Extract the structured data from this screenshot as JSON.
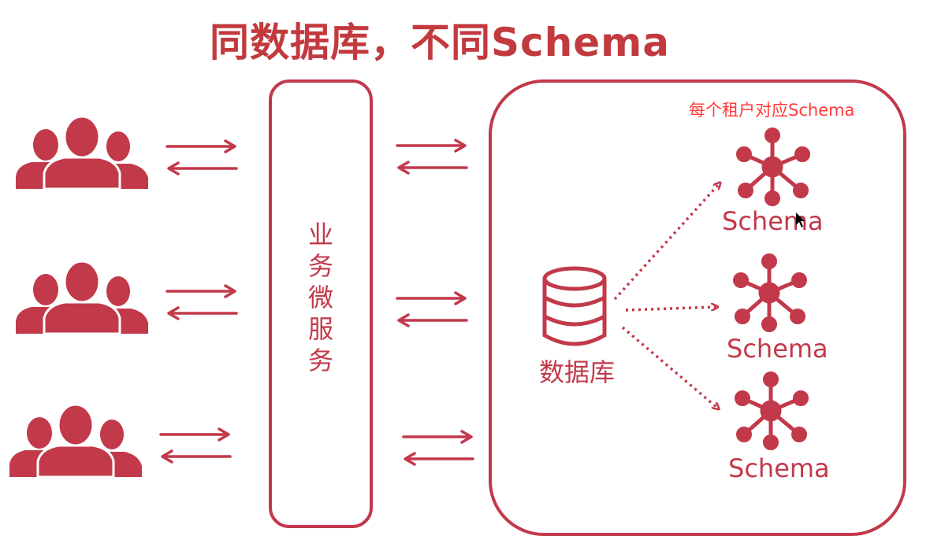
{
  "title": "同数据库，不同Schema",
  "microservice_label": "业务微服务",
  "tenant_note": "每个租户对应Schema",
  "database_label": "数据库",
  "schemas": [
    "Schema",
    "Schema",
    "Schema"
  ],
  "colors": {
    "accent": "#c2394a",
    "note": "#ff3b3b"
  },
  "icons": [
    "users-group-icon",
    "bidirectional-arrow-icon",
    "database-icon",
    "schema-node-icon",
    "dotted-arrow-icon"
  ]
}
